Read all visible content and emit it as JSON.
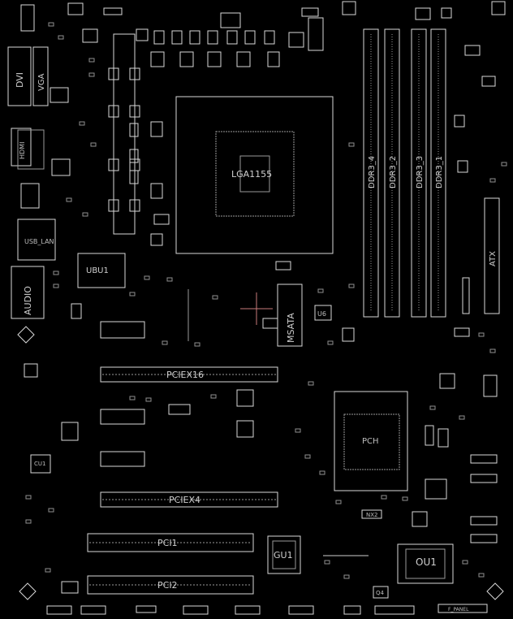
{
  "board_labels": {
    "dvi": "DVI",
    "vga": "VGA",
    "hdmi": "HDMI",
    "usb_lan": "USB_LAN",
    "audio": "AUDIO",
    "cpu_socket": "LGA1155",
    "ubu1": "UBU1",
    "msata": "MSATA",
    "u6": "U6",
    "pciex16": "PCIEX16",
    "pciex4": "PCIEX4",
    "pci1": "PCI1",
    "pci2": "PCI2",
    "pch": "PCH",
    "gu1": "GU1",
    "ou1": "OU1",
    "cu1": "CU1",
    "ddr3_1": "DDR3_1",
    "ddr3_2": "DDR3_2",
    "ddr3_3": "DDR3_3",
    "ddr3_4": "DDR3_4",
    "atx": "ATX",
    "f_panel": "F_PANEL",
    "nx2": "NX2",
    "q4": "Q4"
  },
  "colors": {
    "background": "#000000",
    "outline": "#d8d8d8",
    "dim": "#9a9a9a",
    "crosshair": "#c97a7a"
  }
}
